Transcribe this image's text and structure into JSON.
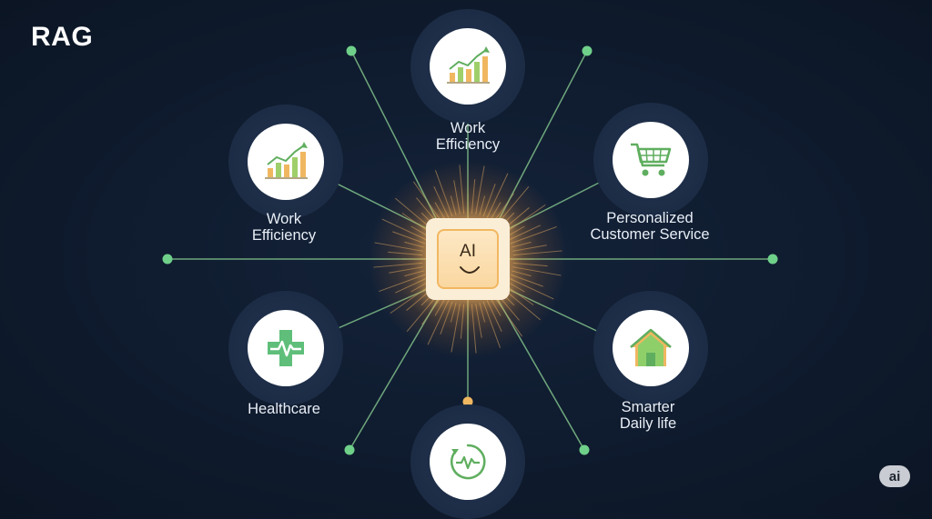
{
  "title": "RAG",
  "center": {
    "label": "AI",
    "icon": "ai-smile-icon"
  },
  "nodes": [
    {
      "id": "top",
      "label_line1": "Work",
      "label_line2": "Efficiency",
      "icon": "bar-chart-growth-icon"
    },
    {
      "id": "upper-left",
      "label_line1": "Work",
      "label_line2": "Efficiency",
      "icon": "bar-chart-growth-icon"
    },
    {
      "id": "upper-right",
      "label_line1": "Personalized",
      "label_line2": "Customer Service",
      "icon": "shopping-cart-icon"
    },
    {
      "id": "lower-left",
      "label_line1": "Healthcare",
      "label_line2": "",
      "icon": "medical-cross-icon"
    },
    {
      "id": "lower-right",
      "label_line1": "Smarter",
      "label_line2": "Daily life",
      "icon": "house-icon"
    },
    {
      "id": "bottom",
      "label_line1": "",
      "label_line2": "",
      "icon": "heartbeat-circle-icon"
    }
  ],
  "watermark": "ai",
  "colors": {
    "background": "#0f1b2e",
    "line": "#7fc08a",
    "green_dot": "#6fd08a",
    "orange_dot": "#f0b760",
    "glow": "#ffc46e"
  }
}
